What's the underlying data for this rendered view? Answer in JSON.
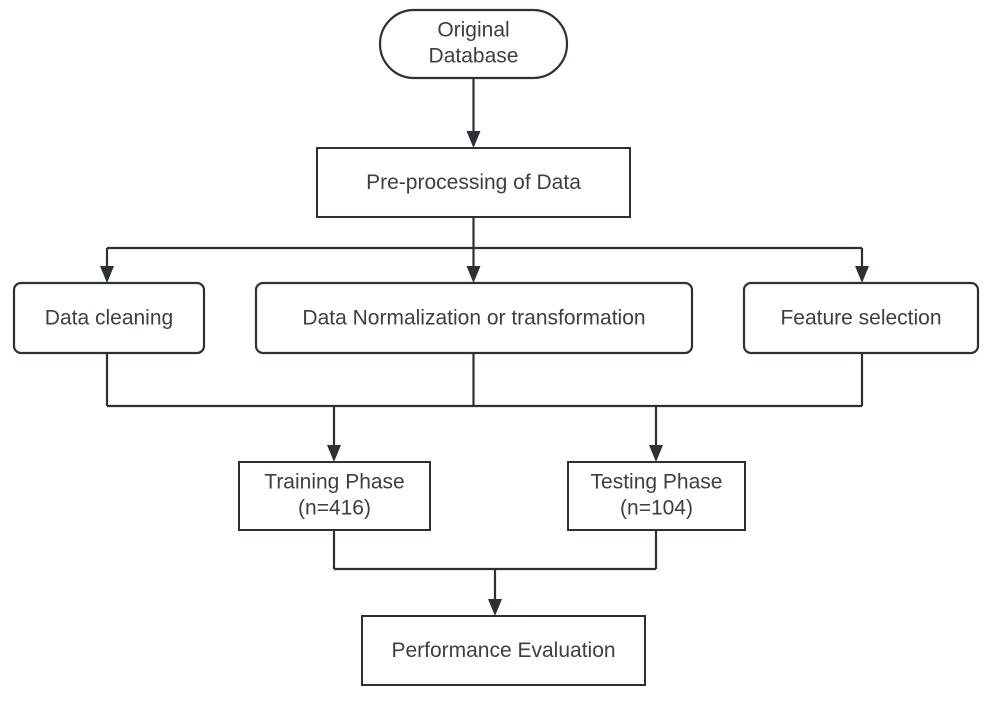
{
  "diagram": {
    "title": "Machine Learning Data Processing Pipeline Flowchart",
    "colors": {
      "stroke": "#2c3138",
      "text": "#3a3f46",
      "background": "#ffffff"
    },
    "nodes": {
      "original_database": {
        "label_line1": "Original",
        "label_line2": "Database",
        "shape": "stadium"
      },
      "preprocessing": {
        "label": "Pre-processing of Data",
        "shape": "rectangle"
      },
      "data_cleaning": {
        "label": "Data cleaning",
        "shape": "rounded-rectangle"
      },
      "normalization": {
        "label": "Data Normalization or transformation",
        "shape": "rounded-rectangle"
      },
      "feature_selection": {
        "label": "Feature selection",
        "shape": "rounded-rectangle"
      },
      "training_phase": {
        "label_line1": "Training Phase",
        "label_line2": "(n=416)",
        "shape": "rectangle",
        "sample_size": 416
      },
      "testing_phase": {
        "label_line1": "Testing Phase",
        "label_line2": "(n=104)",
        "shape": "rectangle",
        "sample_size": 104
      },
      "performance_evaluation": {
        "label": "Performance Evaluation",
        "shape": "rectangle"
      }
    },
    "edges": [
      {
        "from": "original_database",
        "to": "preprocessing",
        "arrow": true
      },
      {
        "from": "preprocessing",
        "to": "data_cleaning",
        "arrow": true
      },
      {
        "from": "preprocessing",
        "to": "normalization",
        "arrow": true
      },
      {
        "from": "preprocessing",
        "to": "feature_selection",
        "arrow": true
      },
      {
        "from": "data_cleaning",
        "to": "training_phase",
        "arrow": true
      },
      {
        "from": "normalization",
        "to": "training_phase",
        "arrow": true
      },
      {
        "from": "feature_selection",
        "to": "testing_phase",
        "arrow": true
      },
      {
        "from": "training_phase",
        "to": "performance_evaluation",
        "arrow": true
      },
      {
        "from": "testing_phase",
        "to": "performance_evaluation",
        "arrow": true
      }
    ]
  }
}
